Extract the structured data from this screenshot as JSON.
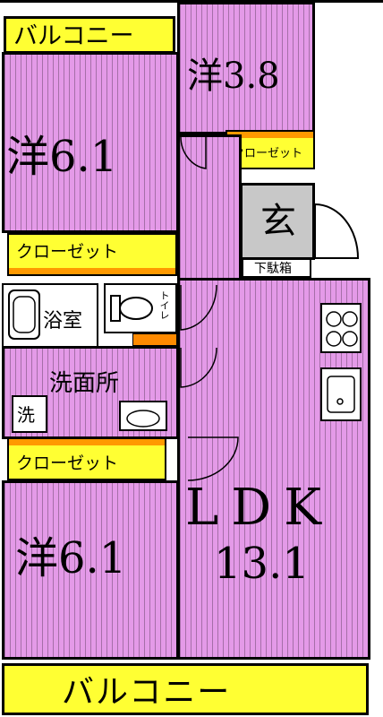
{
  "rooms": {
    "balcony_top": "バルコニー",
    "western_top_left": "洋6.1",
    "western_top_right": "洋3.8",
    "closet_small": "クローゼット",
    "closet_left_upper": "クローゼット",
    "entrance": "玄",
    "shoe_box": "下駄箱",
    "bath": "浴室",
    "toilet": "トイレ",
    "washroom": "洗面所",
    "laundry": "洗",
    "closet_left_lower": "クローゼット",
    "western_bottom": "洋6.1",
    "ldk_label": "LDK",
    "ldk_size": "13.1",
    "balcony_bottom": "バルコニー"
  },
  "colors": {
    "room_fill": "#e49ae8",
    "balcony_fill": "#ffff33",
    "closet_accent": "#ff9900",
    "entrance_fill": "#c8c8c8"
  }
}
